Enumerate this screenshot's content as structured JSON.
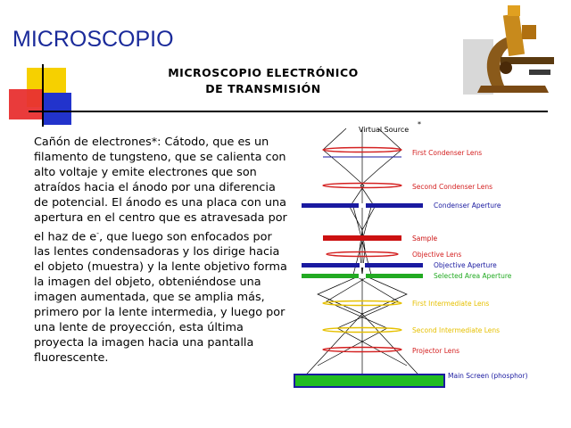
{
  "slide": {
    "title": "MICROSCOPIO",
    "subtitle_line1": "MICROSCOPIO ELECTRÓNICO",
    "subtitle_line2": "DE TRANSMISIÓN",
    "description_before_sup": "Cañón de electrones*: Cátodo, que es un filamento de tungsteno, que se calienta con alto voltaje y emite electrones que son atraídos hacia el ánodo por una diferencia de potencial. El ánodo es una placa con una apertura en el centro que es atravesada por el haz de e",
    "description_sup": "-",
    "description_after_sup": ", que luego son enfocados por las lentes condensadoras y los dirige hacia el objeto (muestra) y la lente objetivo forma la imagen del objeto, obteniéndose una imagen aumentada, que se amplia más, primero por la lente intermedia, y luego por una lente de proyección, esta última proyecta la imagen hacia una pantalla fluorescente."
  },
  "diagram": {
    "labels": {
      "virtual_source": "Virtual Source",
      "first_condenser": "First Condenser Lens",
      "second_condenser": "Second Condenser Lens",
      "condenser_aperture": "Condenser Aperture",
      "sample": "Sample",
      "objective_lens": "Objective Lens",
      "objective_aperture": "Objective Aperture",
      "selected_area_aperture": "Selected Area Aperture",
      "first_intermediate": "First Intermediate Lens",
      "second_intermediate": "Second Intermediate Lens",
      "projector": "Projector Lens",
      "main_screen": "Main Screen (phosphor)"
    },
    "colors": {
      "lens": "#d42020",
      "aperture": "#1a1aa0",
      "sample": "#cc1111",
      "selected_area": "#22aa22",
      "yellow_lens": "#e6c000",
      "screen": "#22bb22"
    }
  },
  "icons": {
    "decoration": "colored-squares-icon",
    "microscope": "microscope-icon"
  }
}
